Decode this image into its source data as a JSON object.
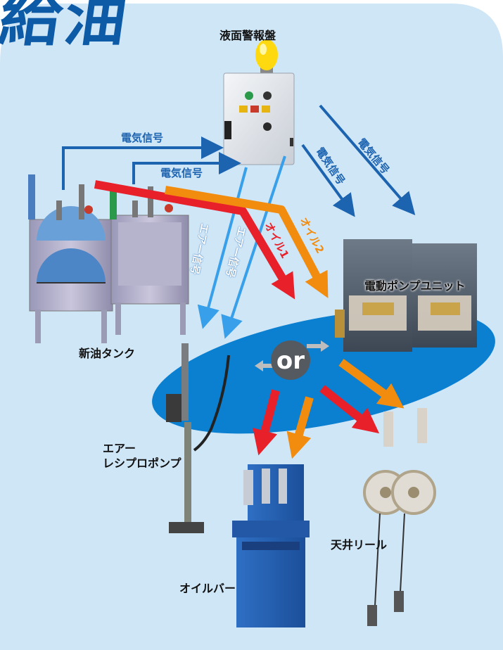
{
  "title": "給油",
  "labels": {
    "alarm_panel": "液面警報盤",
    "signal_1": "電気信号",
    "signal_2": "電気信号",
    "signal_3": "電気信号",
    "signal_4": "電気信号",
    "air_signal_1": "エアー信号",
    "air_signal_2": "エアー信号",
    "oil_1": "オイル1",
    "oil_2": "オイル2",
    "pump_unit": "電動ポンプユニット",
    "tank": "新油タンク",
    "reciprocating_pump_line1": "エアー",
    "reciprocating_pump_line2": "レシプロポンプ",
    "or": "or",
    "oil_bar": "オイルバー",
    "ceiling_reel": "天井リール"
  },
  "colors": {
    "background_panel": "#cfe6f7",
    "ellipse": "#0b7fd0",
    "electric_arrow": "#1c63b0",
    "air_arrow": "#38a0ea",
    "oil1_arrow": "#e8202a",
    "oil2_arrow": "#f28c0f",
    "title": "#0d5aa7"
  }
}
